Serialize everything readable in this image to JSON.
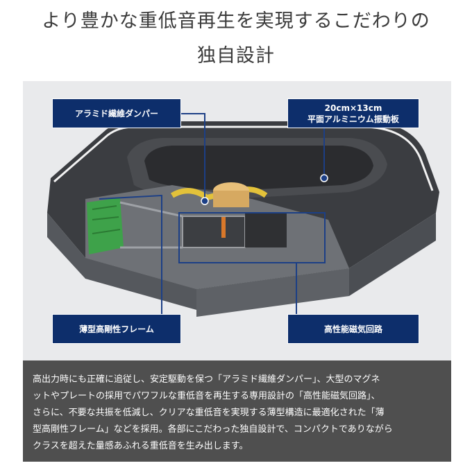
{
  "heading": {
    "line1": "より豊かな重低音再生を実現するこだわりの",
    "line2": "独自設計"
  },
  "callouts": {
    "aramid_damper": "アラミド繊維ダンパー",
    "diaphragm_line1": "20cm×13cm",
    "diaphragm_line2": "平面アルミニウム振動板",
    "frame": "薄型高剛性フレーム",
    "magnetic_circuit": "高性能磁気回路"
  },
  "description": {
    "line1": "高出力時にも正確に追従し、安定駆動を保つ「アラミド繊維ダンパー」、大型のマグネ",
    "line2": "ットやプレートの採用でパワフルな重低音を再生する専用設計の「高性能磁気回路」、",
    "line3": "さらに、不要な共振を低減し、クリアな重低音を実現する薄型構造に最適化された「薄",
    "line4": "型高剛性フレーム」などを採用。各部にこだわった独自設計で、コンパクトでありながら",
    "line5": "クラスを超えた量感あふれる重低音を生み出します。"
  },
  "colors": {
    "callout_bg": "#0d2e6b",
    "description_bg": "#4f4f4f",
    "illustration_bg": "#e9eaec",
    "leader_line": "#1c3f86"
  }
}
